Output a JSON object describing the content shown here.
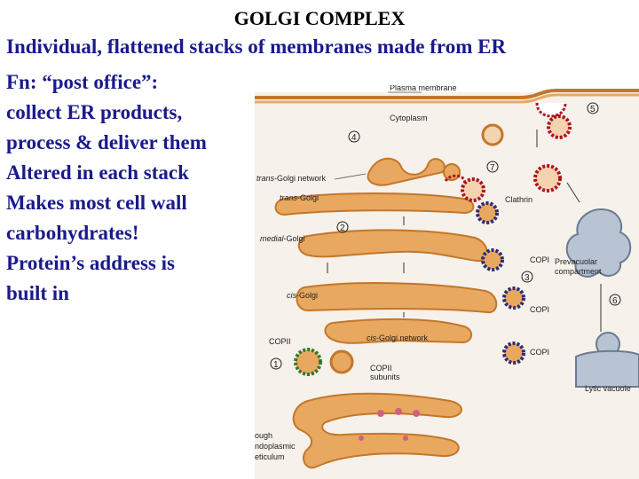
{
  "slide": {
    "title": "GOLGI COMPLEX",
    "subtitle": "Individual, flattened stacks of membranes made from ER",
    "bullets": [
      "Fn: “post office”:",
      "collect ER products,",
      "process & deliver them",
      "Altered in each stack",
      "Makes most cell wall",
      "carbohydrates!",
      "Protein’s address is",
      "built in"
    ]
  },
  "figure": {
    "labels": {
      "plasma_membrane": "Plasma membrane",
      "cytoplasm": "Cytoplasm",
      "trans_golgi_network": "-Golgi network",
      "trans_golgi_network_prefix": "trans",
      "trans_golgi": "-Golgi",
      "trans_golgi_prefix": "trans",
      "clathrin": "Clathrin",
      "medial_golgi": "-Golgi",
      "medial_golgi_prefix": "medial",
      "copi_1": "COPI",
      "prevacuolar_1": "Prevacuolar",
      "prevacuolar_2": "compartment",
      "cis_golgi": "-Golgi",
      "cis_golgi_prefix": "cis",
      "copi_2": "COPI",
      "cis_golgi_network": "-Golgi network",
      "cis_golgi_network_prefix": "cis",
      "copi_3": "COPI",
      "copii": "COPII",
      "copii_subunits_1": "COPII",
      "copii_subunits_2": "subunits",
      "lytic_vacuole": "Lytic vacuole",
      "rough_er_1": "ough",
      "rough_er_2": "ndoplasmic",
      "rough_er_3": "eticulum"
    },
    "step_numbers": [
      "1",
      "2",
      "3",
      "4",
      "5",
      "6",
      "7"
    ],
    "colors": {
      "membrane_fill": "#e8a860",
      "membrane_stroke": "#c4762a",
      "copi_coat": "#2a2a7a",
      "clathrin_coat": "#b01020",
      "vacuole_fill": "#b8c4d4",
      "cytoplasm_bg": "#f6f1ea",
      "text_blue": "#1a1a8c"
    }
  }
}
